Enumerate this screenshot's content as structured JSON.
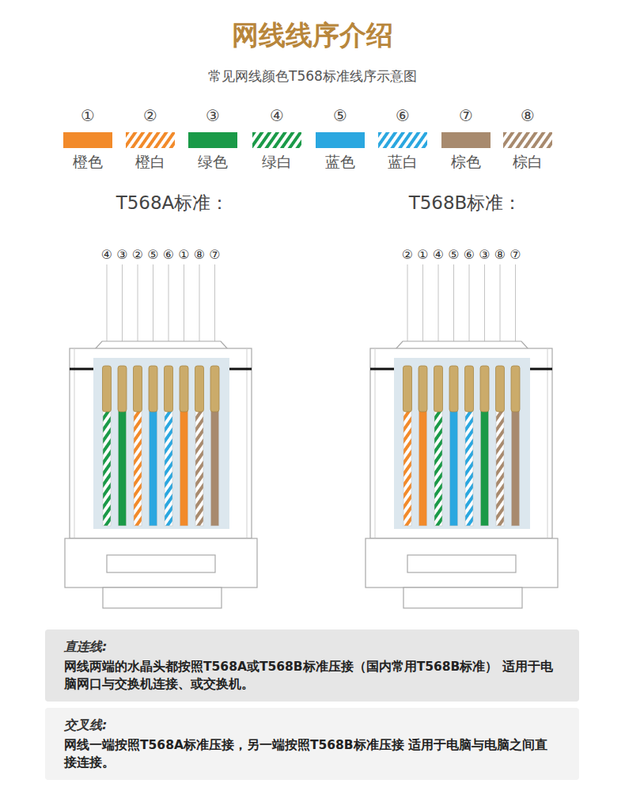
{
  "diagram": {
    "title": "网线线序介绍",
    "nodes": [
      {
        "text": [
          "直连线:",
          "网线两端的水晶头都按照T568A或T568B标准压接（国内常用T568B标准） 适用于电脑网口与交换机连接、或交换机。"
        ]
      },
      {
        "text": [
          "交叉线:",
          "网线一端按照T568A标准压接，另一端按照T568B标准压接 适用于电脑与电脑之间直接连接。"
        ]
      }
    ],
    "labels": [
      "常见网线颜色T568标准线序示意图",
      "①",
      "②",
      "③",
      "④",
      "⑤",
      "⑥",
      "⑦",
      "⑧",
      "T568A标准：",
      "④",
      "③",
      "②",
      "⑤",
      "⑥",
      "①",
      "⑧",
      "⑦",
      "T568B标准：",
      "②",
      "①",
      "④",
      "⑤",
      "⑥",
      "③",
      "⑧",
      "⑦"
    ],
    "legend": [
      {
        "text": "橙色",
        "color": "#f28a2a"
      },
      {
        "text": "橙白"
      },
      {
        "text": "绿色",
        "color": "#1a9a48"
      },
      {
        "text": "绿白"
      },
      {
        "text": "蓝色",
        "color": "#2aa7e0"
      },
      {
        "text": "蓝白"
      },
      {
        "text": "棕色",
        "color": "#a88a6e"
      },
      {
        "text": "棕白"
      }
    ]
  }
}
